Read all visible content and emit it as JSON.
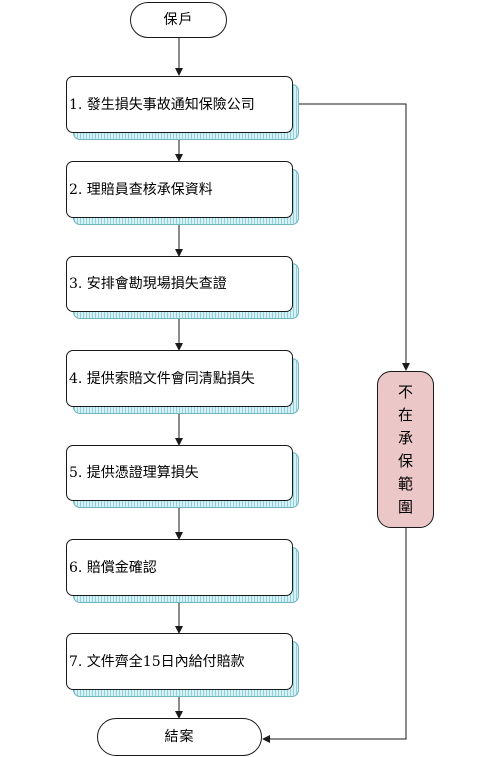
{
  "diagram": {
    "start_label": "保戶",
    "end_label": "結案",
    "steps": [
      {
        "label": "1. 發生損失事故通知保險公司"
      },
      {
        "label": "2. 理賠員查核承保資料"
      },
      {
        "label": "3. 安排會勘現場損失查證"
      },
      {
        "label": "4. 提供索賠文件會同清點損失"
      },
      {
        "label": "5. 提供憑證理算損失"
      },
      {
        "label": "6. 賠償金確認"
      },
      {
        "label": "7. 文件齊全15日內給付賠款"
      }
    ],
    "side_branch": {
      "label": "不在承保範圍",
      "chars": [
        "不",
        "在",
        "承",
        "保",
        "範",
        "圍"
      ],
      "fill_color": "#ebc7c7"
    },
    "step_shadow_color": "#8fd0dc"
  }
}
